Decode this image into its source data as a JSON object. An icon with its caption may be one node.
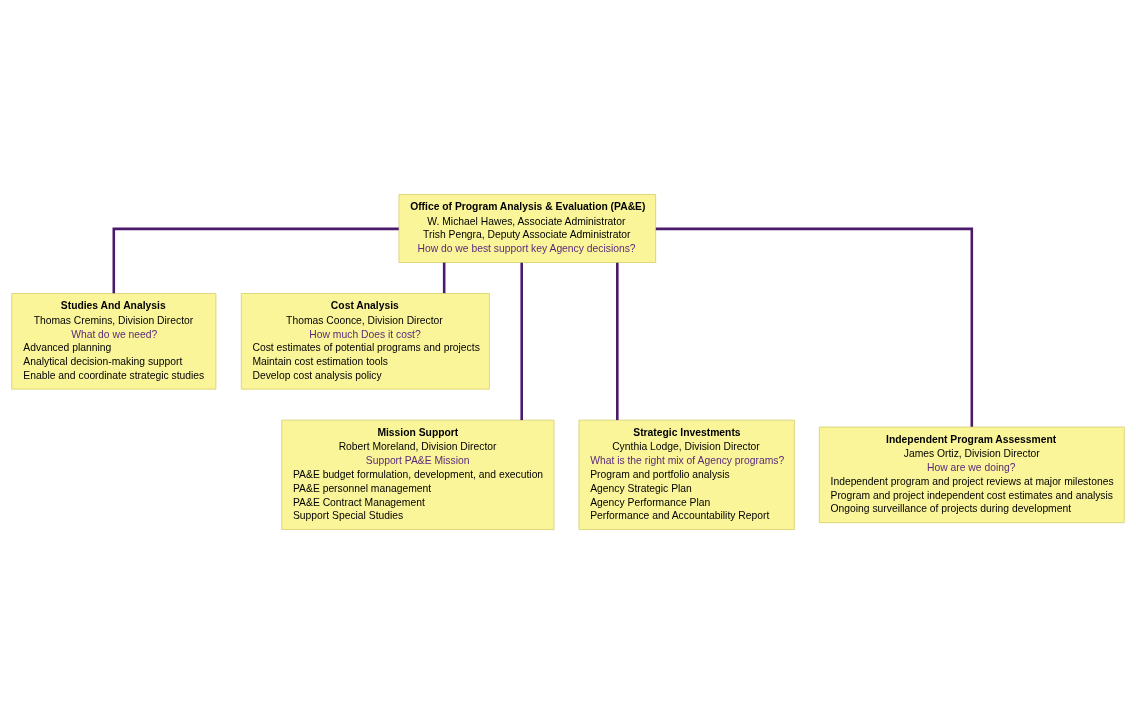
{
  "diagram": {
    "nodes": [
      {
        "text": [
          "Office of Program Analysis & Evaluation (PA&E)",
          "W. Michael Hawes, Associate Administrator",
          "Trish Pengra, Deputy Associate Administrator",
          "How do we best support key Agency decisions?"
        ]
      },
      {
        "text": [
          "Studies And Analysis",
          "Thomas Cremins, Division Director",
          "What do we need?",
          "Advanced planning",
          "Analytical decision-making support",
          "Enable and coordinate strategic studies"
        ]
      },
      {
        "text": [
          "Cost Analysis",
          "Thomas Coonce, Division Director",
          "How much Does it cost?",
          "Cost estimates of potential programs and projects",
          "Maintain cost estimation tools",
          "Develop cost analysis policy"
        ]
      },
      {
        "text": [
          "Mission Support",
          "Robert Moreland, Division Director",
          "Support PA&E Mission",
          "PA&E budget formulation, development, and execution",
          "PA&E personnel management",
          "PA&E Contract Management",
          "Support Special Studies"
        ]
      },
      {
        "text": [
          "Strategic Investments",
          "Cynthia Lodge, Division Director",
          "What is the right mix of Agency programs?",
          "Program and portfolio analysis",
          "Agency Strategic Plan",
          "Agency Performance Plan",
          "Performance and Accountability Report"
        ]
      },
      {
        "text": [
          "Independent Program Assessment",
          "James Ortiz, Division Director",
          "How are we doing?",
          "Independent program and project reviews at major milestones",
          "Program and project independent cost estimates and analysis",
          "Ongoing surveillance of projects during development"
        ]
      }
    ],
    "edges": [
      {
        "from": 0,
        "to": 1,
        "arrow": "none"
      },
      {
        "from": 0,
        "to": 2,
        "arrow": "none"
      },
      {
        "from": 0,
        "to": 3,
        "arrow": "none"
      },
      {
        "from": 0,
        "to": 4,
        "arrow": "none"
      },
      {
        "from": 0,
        "to": 5,
        "arrow": "none"
      }
    ]
  }
}
